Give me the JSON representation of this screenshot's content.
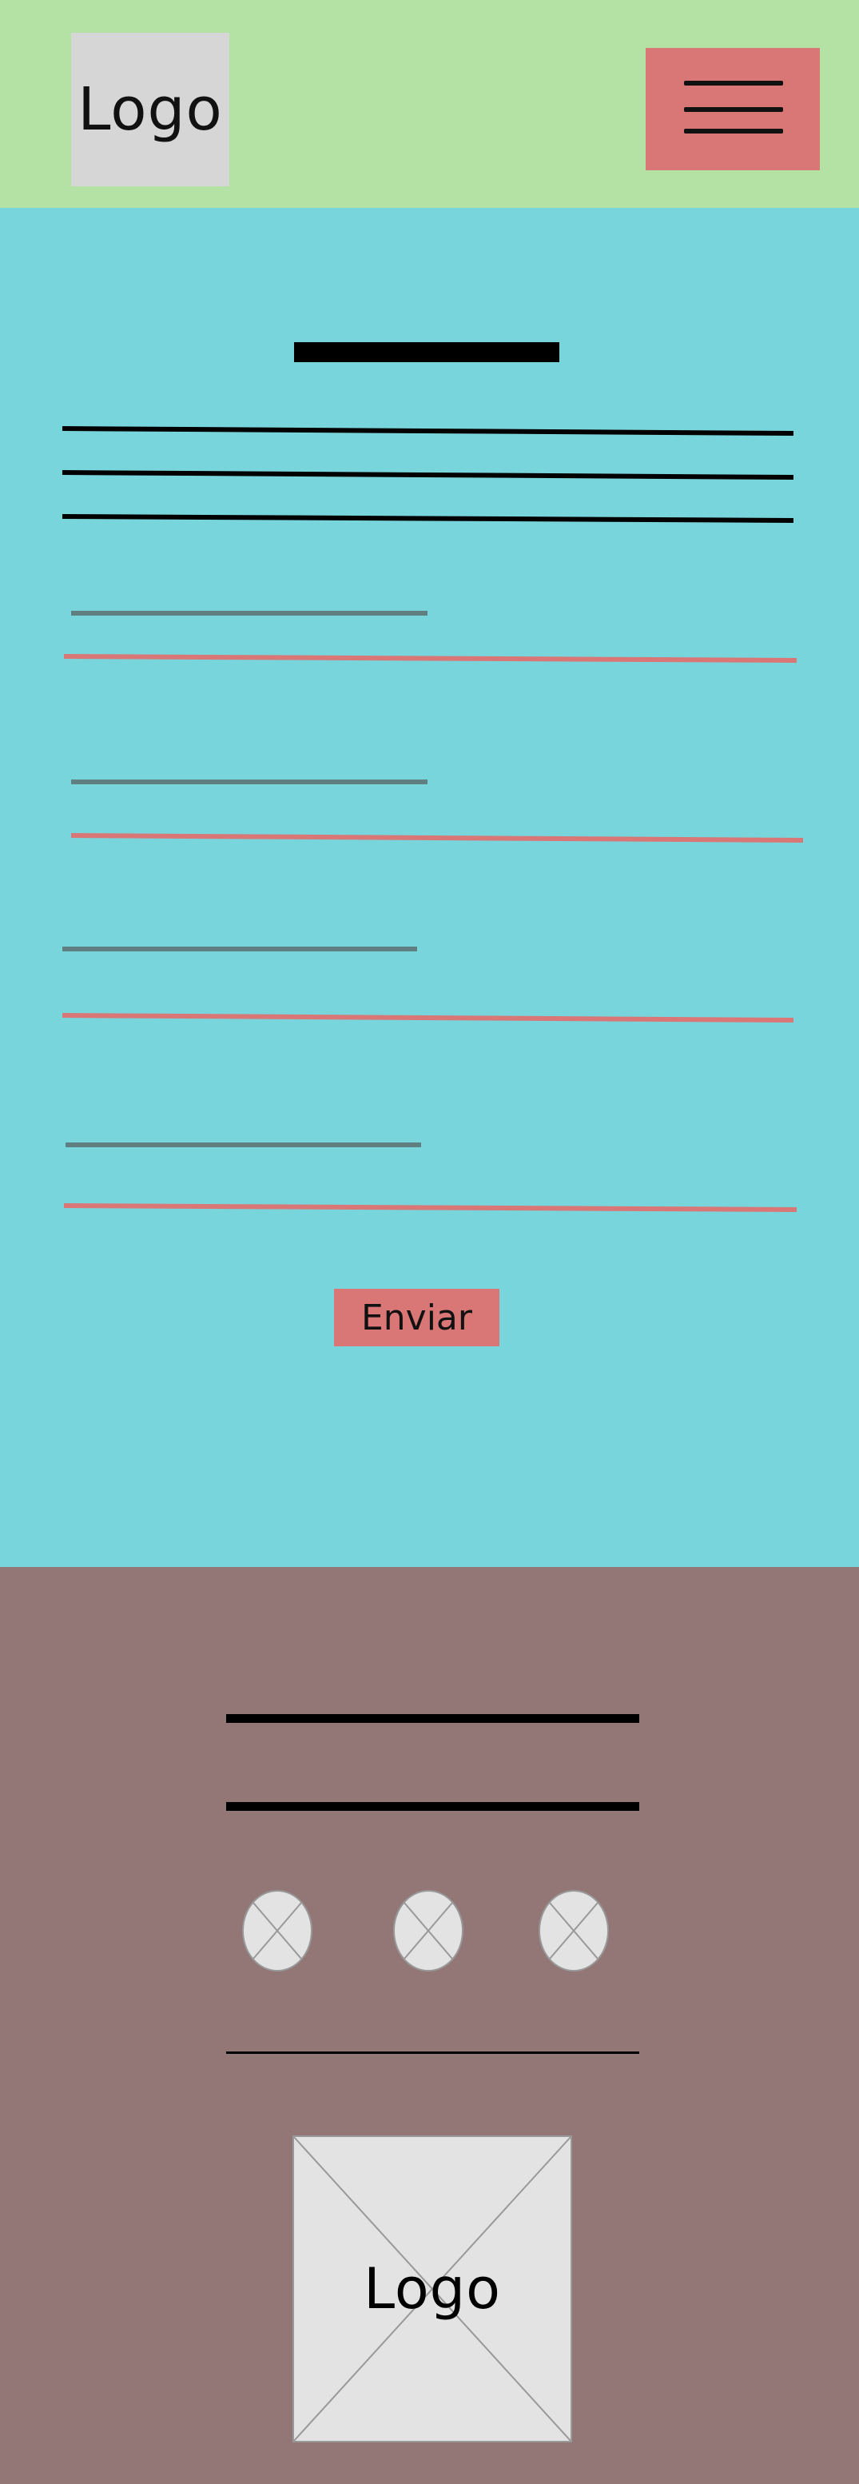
{
  "header": {
    "logo_text": "Logo",
    "menu_icon": "hamburger-menu-icon"
  },
  "form": {
    "submit_label": "Enviar",
    "field_count": 4
  },
  "footer": {
    "social_icons": [
      "image-placeholder-icon",
      "image-placeholder-icon",
      "image-placeholder-icon"
    ],
    "logo_text": "Logo"
  },
  "colors": {
    "header_bg": "#b3e2a4",
    "content_bg": "#78d5dc",
    "footer_bg": "#937777",
    "accent": "#d97676",
    "placeholder": "#e3e3e3"
  }
}
